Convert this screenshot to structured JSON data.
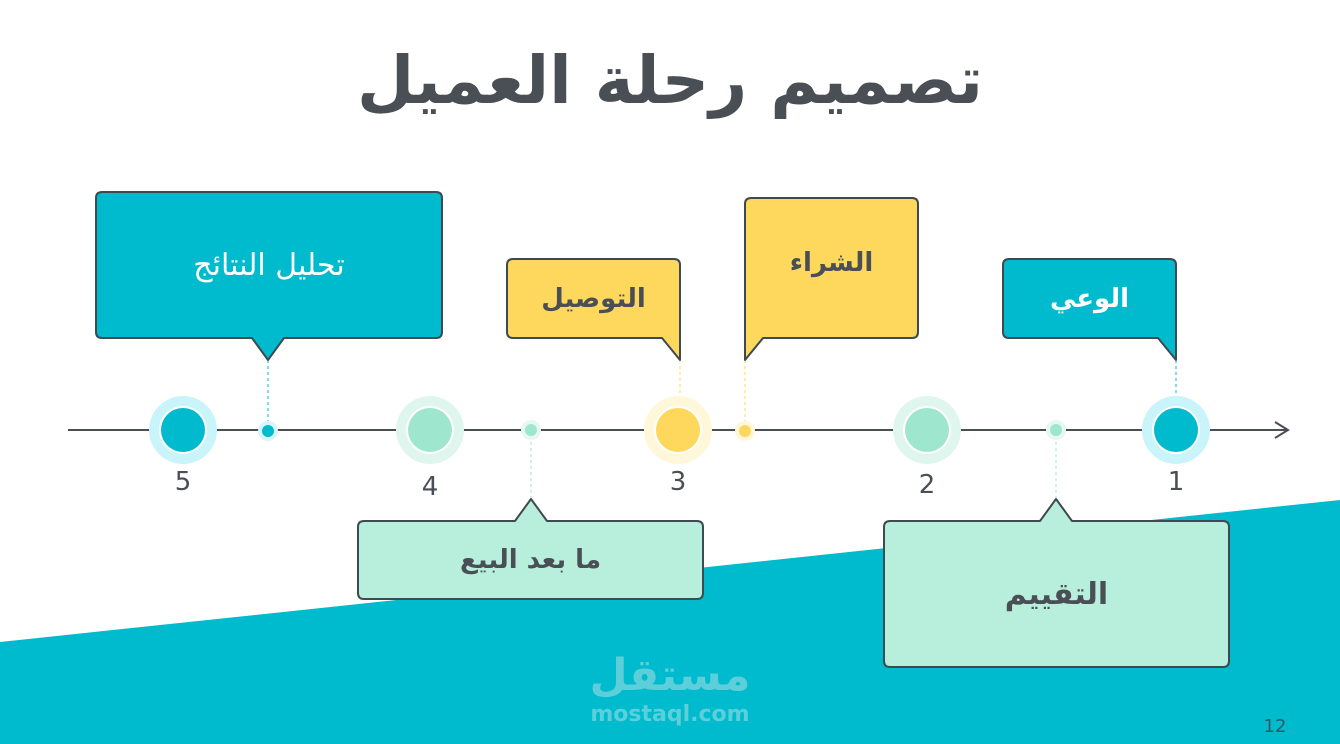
{
  "title": "تصميم رحلة العميل",
  "colors": {
    "teal": "#00bbcd",
    "yellow": "#fdd85d",
    "mint": "#b8eedc",
    "text": "#4a4f55"
  },
  "steps": [
    {
      "number": "1",
      "label": "الوعي"
    },
    {
      "number": "2",
      "label": "الشراء"
    },
    {
      "number": "3",
      "label": "التوصيل"
    },
    {
      "number": "4",
      "label": "ما بعد البيع"
    },
    {
      "number": "5",
      "label": "تحليل النتائج"
    }
  ],
  "extra_label": "التقييم",
  "watermark": {
    "logo": "مستقل",
    "url": "mostaql.com"
  },
  "page_number": "12"
}
